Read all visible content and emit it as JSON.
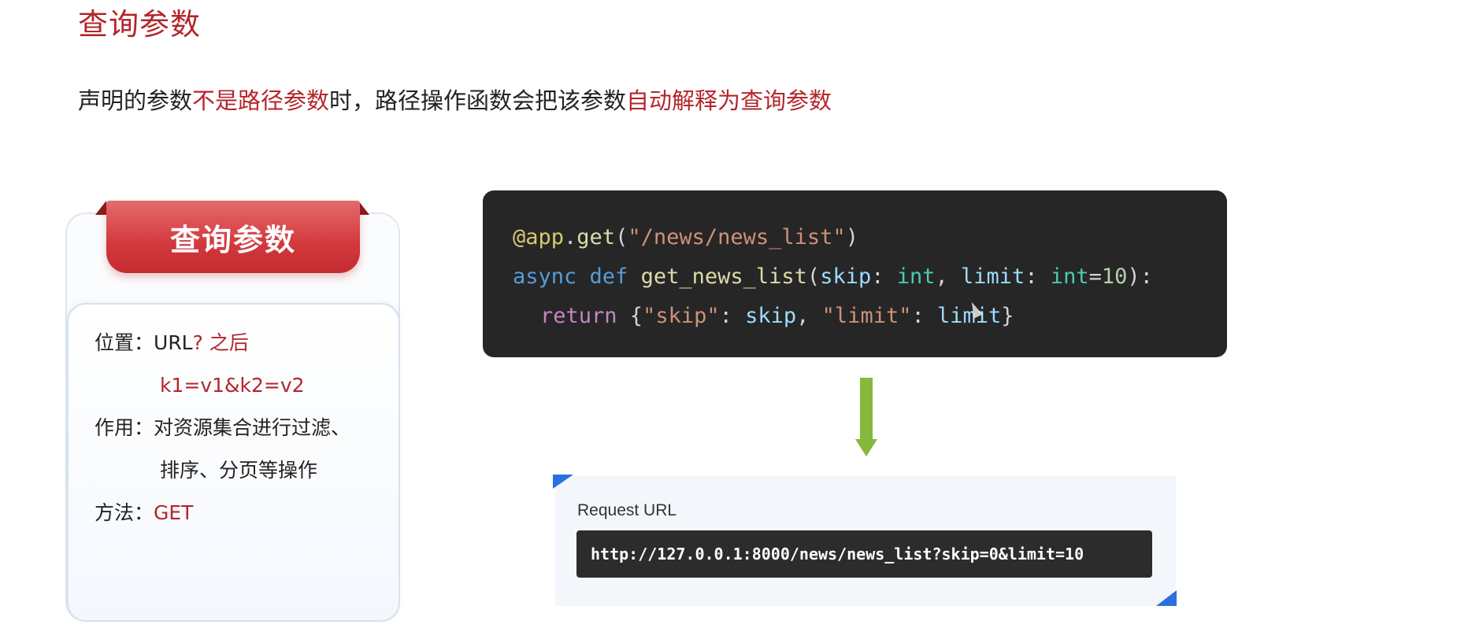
{
  "heading": "查询参数",
  "description": {
    "part1": "声明的参数",
    "part2": "不是路径参数",
    "part3": "时，路径操作函数会把该参数",
    "part4": "自动解释为查询参数"
  },
  "card": {
    "ribbon_title": "查询参数",
    "position_label": "位置：",
    "position_value_a": "URL",
    "position_value_b": "? 之后",
    "position_value_c": "k1=v1&k2=v2",
    "purpose_label": "作用：",
    "purpose_value_a": "对资源集合进行过滤、",
    "purpose_value_b": "排序、分页等操作",
    "method_label": "方法：",
    "method_value": "GET"
  },
  "code": {
    "line1": {
      "deco": "@app",
      "dot": ".",
      "fn": "get",
      "open": "(",
      "str": "\"/news/news_list\"",
      "close": ")"
    },
    "line2": {
      "kw1": "async",
      "kw2": "def",
      "fn": "get_news_list",
      "open": "(",
      "p1": "skip",
      "colon1": ": ",
      "t1": "int",
      "comma": ", ",
      "p2": "limit",
      "colon2": ": ",
      "t2": "int",
      "eq": "=",
      "num": "10",
      "close": "):"
    },
    "line3": {
      "ret": "return",
      "brace_open": " {",
      "k1": "\"skip\"",
      "colon1": ": ",
      "v1": "skip",
      "comma": ", ",
      "k2": "\"limit\"",
      "colon2": ": ",
      "v2": "limit",
      "brace_close": "}"
    }
  },
  "request": {
    "label": "Request URL",
    "url": "http://127.0.0.1:8000/news/news_list?skip=0&limit=10"
  },
  "colors": {
    "accent_red": "#b3262b",
    "arrow_green": "#86b83c",
    "corner_blue": "#2b6fe0",
    "code_bg": "#262626"
  }
}
